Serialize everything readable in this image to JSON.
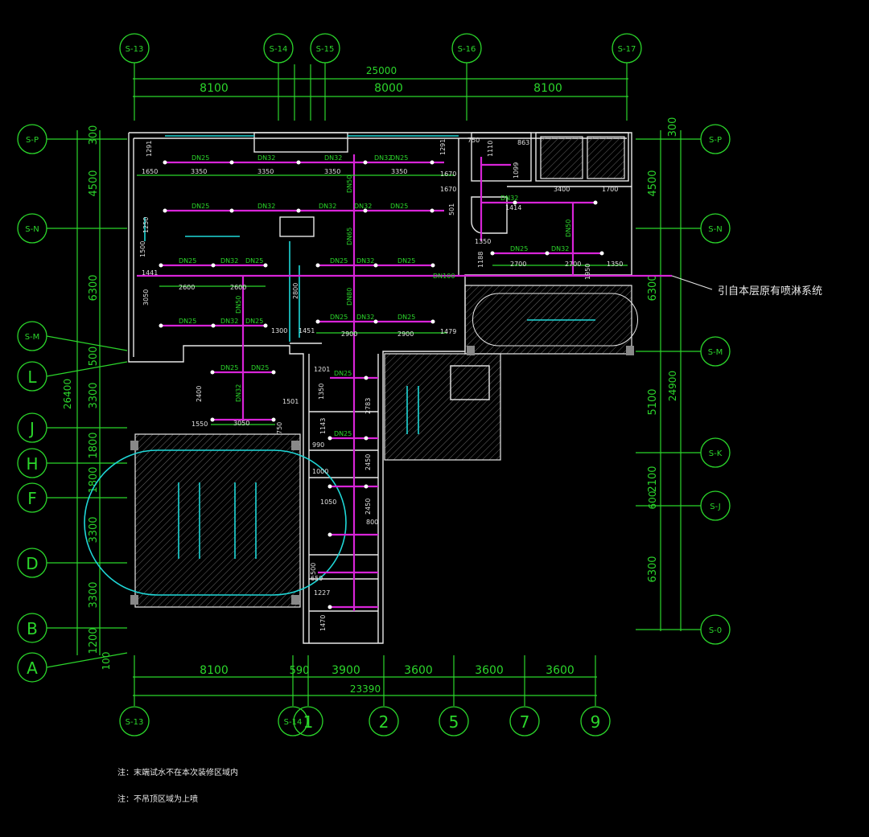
{
  "axes_top": [
    "S-13",
    "S-14",
    "S-15",
    "S-16",
    "S-17"
  ],
  "axes_bottom": [
    "S-13",
    "S-14",
    "1",
    "2",
    "5",
    "7",
    "9"
  ],
  "axes_left": [
    "S-P",
    "S-N",
    "S-M",
    "L",
    "J",
    "H",
    "F",
    "D",
    "B",
    "A"
  ],
  "axes_right": [
    "S-P",
    "S-N",
    "S-M",
    "S-K",
    "S-J",
    "S-0"
  ],
  "dims_top": {
    "total": "25000",
    "segments": [
      "8100",
      "8000",
      "8100"
    ]
  },
  "dims_bottom": {
    "total": "23390",
    "segments": [
      "8100",
      "590",
      "3900",
      "3600",
      "3600",
      "3600"
    ]
  },
  "dims_left": {
    "total": "26400",
    "segments": [
      "300",
      "4500",
      "6300",
      "500",
      "3300",
      "1800",
      "1800",
      "3300",
      "3300",
      "1200",
      "100"
    ]
  },
  "dims_right": {
    "total": "24900",
    "segments": [
      "300",
      "4500",
      "6300",
      "5100",
      "2100",
      "600",
      "6300"
    ]
  },
  "pipe_labels": [
    "DN25",
    "DN32",
    "DN32",
    "DN32",
    "DN25",
    "DN25",
    "DN32",
    "DN32",
    "DN32",
    "DN25",
    "DN25",
    "DN32",
    "DN25",
    "DN25",
    "DN32",
    "DN25",
    "DN25",
    "DN32",
    "DN25",
    "DN25",
    "DN32",
    "DN25",
    "DN25",
    "DN25",
    "DN50",
    "DN65",
    "DN80",
    "DN100",
    "DN50",
    "DN32",
    "DN32",
    "DN25",
    "DN50",
    "DN25",
    "DN32",
    "DN25"
  ],
  "room_dims": [
    "1291",
    "1650",
    "3350",
    "3350",
    "3350",
    "3350",
    "1670",
    "1670",
    "1291",
    "1250",
    "1500",
    "1441",
    "2600",
    "2600",
    "3050",
    "1300",
    "1451",
    "2900",
    "2900",
    "1479",
    "2800",
    "1201",
    "1350",
    "2400",
    "1550",
    "3050",
    "1501",
    "750",
    "2783",
    "1143",
    "990",
    "1000",
    "2450",
    "2450",
    "1050",
    "800",
    "500",
    "650",
    "1227",
    "1470",
    "750",
    "1110",
    "863",
    "1099",
    "1414",
    "3400",
    "1700",
    "501",
    "1350",
    "1188",
    "2700",
    "2700",
    "1350",
    "1950"
  ],
  "note_main": "引自本层原有喷淋系统",
  "notes": [
    "注：末端试水不在本次装修区域内",
    "注：不吊顶区域为上喷"
  ]
}
